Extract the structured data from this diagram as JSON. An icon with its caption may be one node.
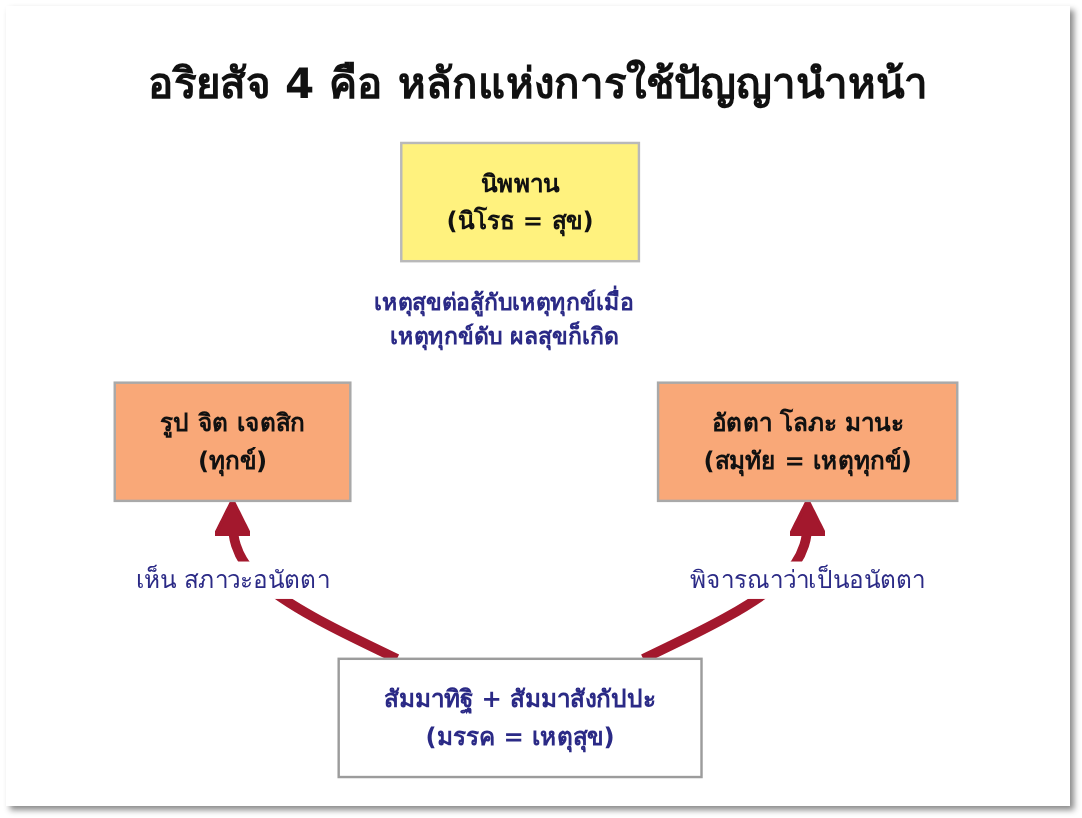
{
  "diagram": {
    "title": "อริยสัจ 4 คือ หลักแห่งการใช้ปัญญานำหน้า",
    "nodes": [
      {
        "text": [
          "นิพพาน",
          "(นิโรธ = สุข)"
        ]
      },
      {
        "text": [
          "รูป จิต เจตสิก",
          "(ทุกข์)"
        ]
      },
      {
        "text": [
          "อัตตา โลภะ มานะ",
          "(สมุทัย = เหตุทุกข์)"
        ]
      },
      {
        "text": [
          "สัมมาทิฐิ + สัมมาสังกัปปะ",
          "(มรรค = เหตุสุข)"
        ]
      }
    ],
    "edges": [
      {
        "from": 3,
        "to": 1,
        "arrow": "to",
        "label": "เห็น สภาวะอนัตตา"
      },
      {
        "from": 3,
        "to": 2,
        "arrow": "to",
        "label": "พิจารณาว่าเป็นอนัตตา"
      }
    ],
    "labels": [
      "เหตุสุขต่อสู้กับเหตุทุกข์เมื่อเหตุทุกข์ดับ ผลสุขก็เกิด"
    ]
  }
}
